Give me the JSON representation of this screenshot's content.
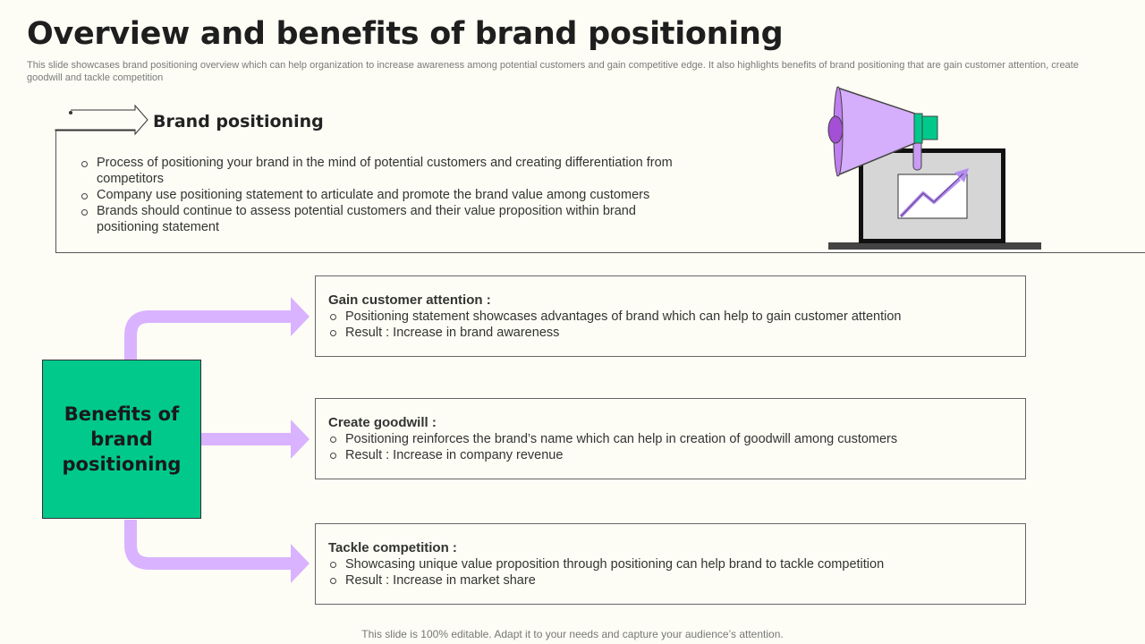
{
  "title": "Overview and benefits of brand positioning",
  "subtitle": "This slide showcases brand positioning overview which can help organization to increase awareness among potential customers and gain competitive edge. It also highlights benefits of brand positioning that are gain customer attention, create goodwill and tackle competition",
  "brand_positioning": {
    "heading": "Brand positioning",
    "bullets": [
      "Process of positioning your brand in the mind of potential customers and creating differentiation from competitors",
      "Company use positioning statement to articulate and promote the brand value among customers",
      "Brands should continue to assess potential customers and their value proposition within brand positioning statement"
    ]
  },
  "benefits_label": "Benefits of brand positioning",
  "cards": [
    {
      "title": "Gain customer attention :",
      "bullets": [
        "Positioning statement showcases advantages of brand which can help to gain customer attention",
        "Result : Increase in brand awareness"
      ]
    },
    {
      "title": "Create goodwill :",
      "bullets": [
        "Positioning reinforces the brand’s name which can help in creation of goodwill among customers",
        "Result : Increase in company revenue"
      ]
    },
    {
      "title": "Tackle competition :",
      "bullets": [
        "Showcasing unique value proposition through positioning can help brand to tackle competition",
        "Result : Increase in market share"
      ]
    }
  ],
  "footer": "This slide is 100% editable. Adapt it to your needs and capture your audience’s attention.",
  "colors": {
    "background": "#fdfdf5",
    "accent_green": "#00c98b",
    "accent_purple": "#d9b3ff",
    "megaphone_purple": "#a34fd6"
  },
  "icons": [
    "megaphone-icon",
    "laptop-icon",
    "growth-chart-icon",
    "arrow-icon"
  ]
}
